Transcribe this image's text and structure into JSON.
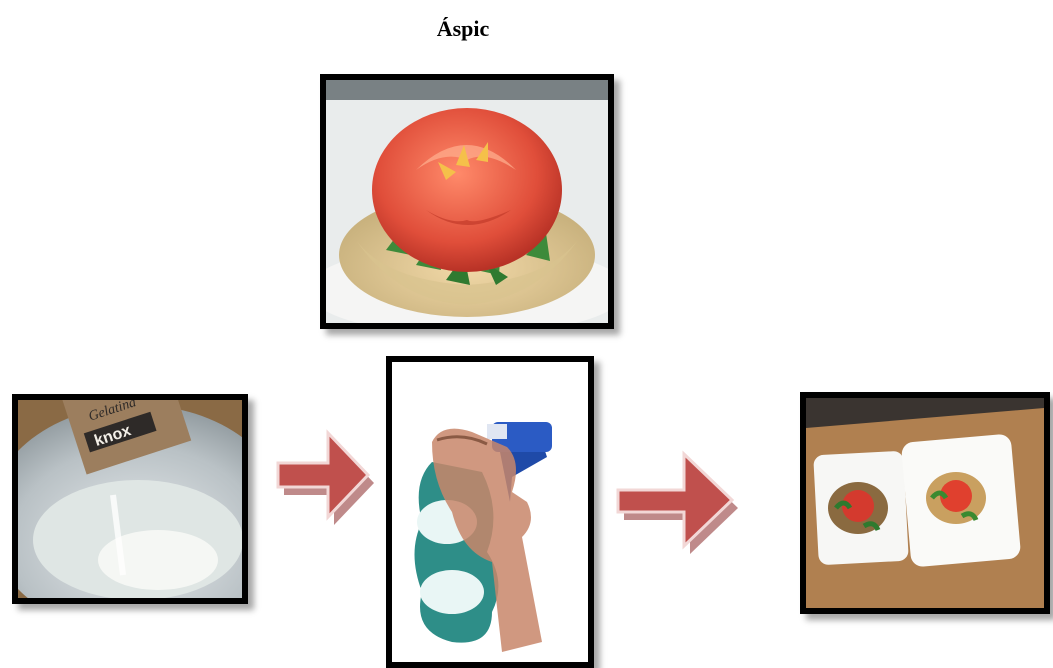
{
  "document": {
    "title": "Áspic"
  },
  "images": {
    "aspic_dish": "aspic-photo",
    "gelatin_powder": "gelatin-photo",
    "spray_bottle": "spray-bottle-photo",
    "plated_aspics": "plated-photo"
  },
  "packet_text": {
    "brand": "knox",
    "product": "Gelatina"
  },
  "colors": {
    "arrow_fill": "#c0504d",
    "arrow_dark": "#8b2a2a",
    "frame": "#000000"
  }
}
